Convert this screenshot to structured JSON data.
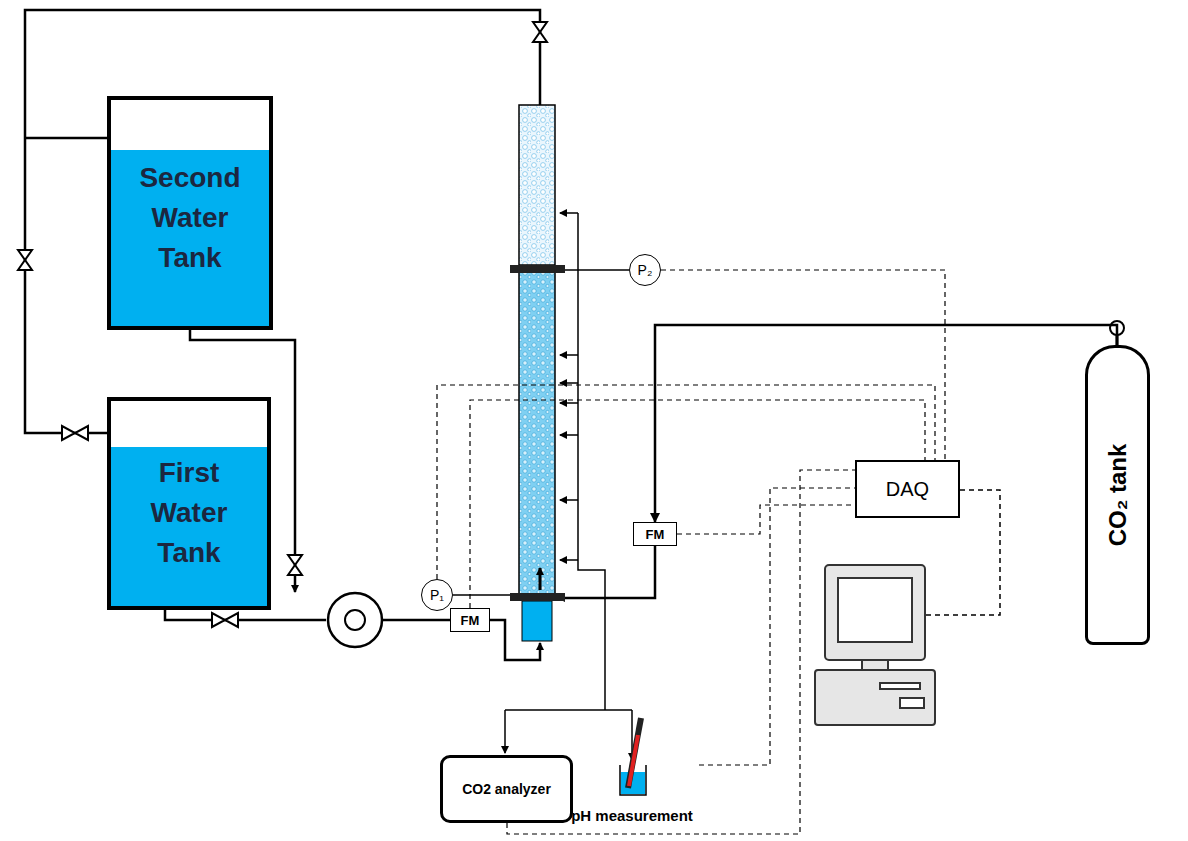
{
  "diagram": {
    "nodes": [
      {
        "text": [
          "Second Water Tank"
        ]
      },
      {
        "text": [
          "First Water Tank"
        ]
      },
      {
        "text": [
          "FM"
        ]
      },
      {
        "text": [
          "FM"
        ]
      },
      {
        "text": [
          "P₁"
        ]
      },
      {
        "text": [
          "P₂"
        ]
      },
      {
        "text": [
          "DAQ"
        ]
      },
      {
        "text": [
          "CO₂ tank"
        ]
      },
      {
        "text": [
          "CO2 analyzer"
        ]
      },
      {
        "text": [
          "pH measurement"
        ]
      }
    ],
    "edges": [
      {
        "from": 7,
        "to": 3,
        "arrow": "to"
      },
      {
        "from": 2,
        "to": 6,
        "arrow": "none"
      },
      {
        "from": 3,
        "to": 6,
        "arrow": "none"
      },
      {
        "from": 4,
        "to": 6,
        "arrow": "none"
      },
      {
        "from": 5,
        "to": 6,
        "arrow": "none"
      },
      {
        "from": 8,
        "to": 6,
        "arrow": "none"
      },
      {
        "from": 9,
        "to": 6,
        "arrow": "none"
      }
    ]
  }
}
